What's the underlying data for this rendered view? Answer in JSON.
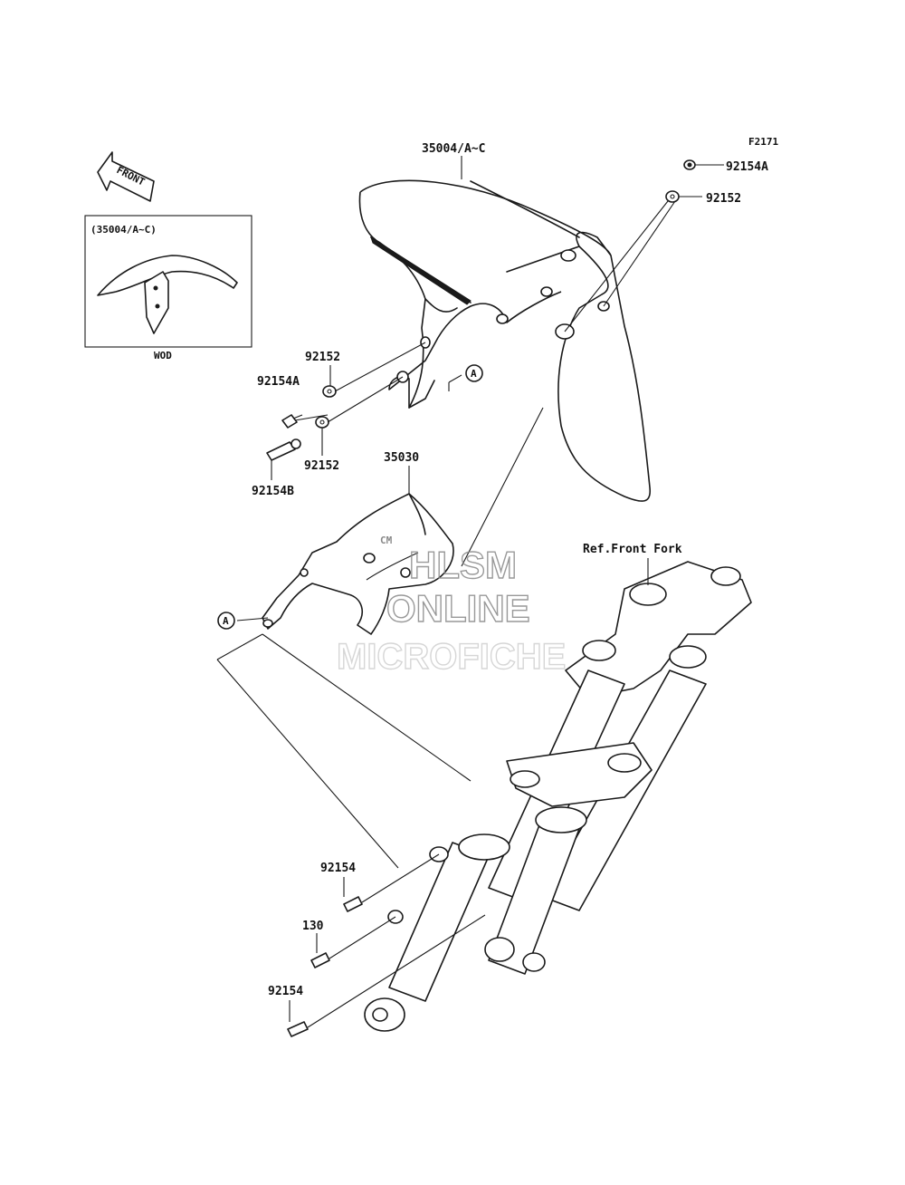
{
  "diagram_code": "F2171",
  "front_arrow_label": "FRONT",
  "inset": {
    "title": "(35004/A~C)",
    "caption": "WOD"
  },
  "parts": {
    "fender": "35004/A~C",
    "fender_bolt_top": "92154A",
    "fender_washer_top": "92152",
    "washer_mid_upper": "92152",
    "bolt_mid_left": "92154A",
    "washer_mid_lower": "92152",
    "bolt_long": "92154B",
    "fender_bracket": "35030",
    "front_fork_ref": "Ref.Front Fork",
    "bolt_low_1": "92154",
    "bolt_130": "130",
    "bolt_low_2": "92154"
  },
  "reference_markers": [
    "A",
    "A"
  ],
  "watermark": {
    "line1": "HLSM",
    "line2": "ONLINE",
    "line3": "MICROFICHE"
  }
}
